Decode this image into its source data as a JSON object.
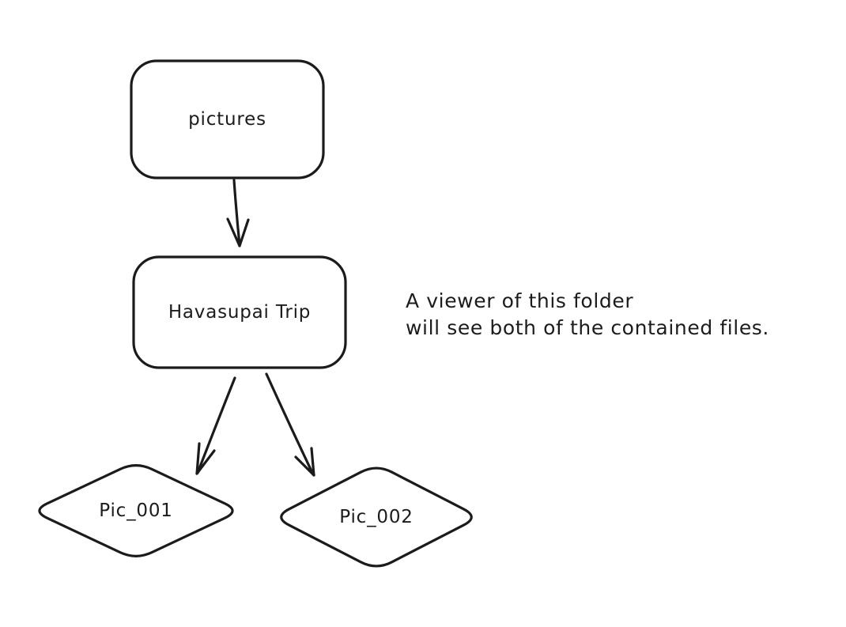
{
  "diagram": {
    "type": "tree",
    "background_color": "#ffffff",
    "stroke_color": "#1b1b1b",
    "nodes": [
      {
        "id": "pictures",
        "label": "pictures",
        "shape": "rounded-rectangle"
      },
      {
        "id": "havasupai-trip",
        "label": "Havasupai Trip",
        "shape": "rounded-rectangle"
      },
      {
        "id": "pic-001",
        "label": "Pic_001",
        "shape": "diamond"
      },
      {
        "id": "pic-002",
        "label": "Pic_002",
        "shape": "diamond"
      }
    ],
    "edges": [
      {
        "from": "pictures",
        "to": "havasupai-trip",
        "style": "arrow"
      },
      {
        "from": "havasupai-trip",
        "to": "pic-001",
        "style": "arrow"
      },
      {
        "from": "havasupai-trip",
        "to": "pic-002",
        "style": "arrow"
      }
    ],
    "annotation": {
      "line1": "A viewer of this folder",
      "line2": "will see both of the contained files."
    }
  }
}
